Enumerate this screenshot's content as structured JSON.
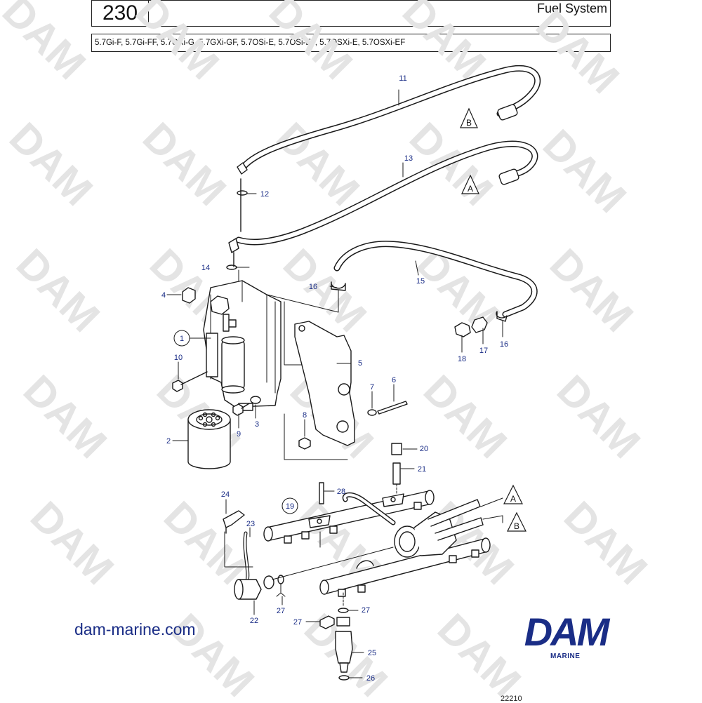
{
  "header": {
    "page_number": "230",
    "title": "Fuel System",
    "models": "5.7Gi-F, 5.7Gi-FF, 5.7GXi-G, 5.7GXi-GF, 5.7OSi-E, 5.7OSi-EF, 5.7OSXi-E, 5.7OSXi-EF"
  },
  "watermark": {
    "text": "DAM"
  },
  "callouts": {
    "c1": "1",
    "c2": "2",
    "c3": "3",
    "c4": "4",
    "c5": "5",
    "c6": "6",
    "c7": "7",
    "c8": "8",
    "c9": "9",
    "c10": "10",
    "c11": "11",
    "c12": "12",
    "c13": "13",
    "c14": "14",
    "c15": "15",
    "c16a": "16",
    "c16b": "16",
    "c17": "17",
    "c18": "18",
    "c19": "19",
    "c20": "20",
    "c21": "21",
    "c22": "22",
    "c23": "23",
    "c24": "24",
    "c25": "25",
    "c26": "26",
    "c27a": "27",
    "c27b": "27",
    "c27c": "27",
    "c28": "28"
  },
  "connectors": {
    "a1": "A",
    "b1": "B",
    "a2": "A",
    "b2": "B"
  },
  "footer": {
    "website": "dam-marine.com",
    "brand": "DAM",
    "brand_sub": "MARINE",
    "drawing_number": "22210"
  },
  "colors": {
    "label_blue": "#1a2d86",
    "line": "#1a1a1a",
    "watermark": "#e4e4e4"
  }
}
